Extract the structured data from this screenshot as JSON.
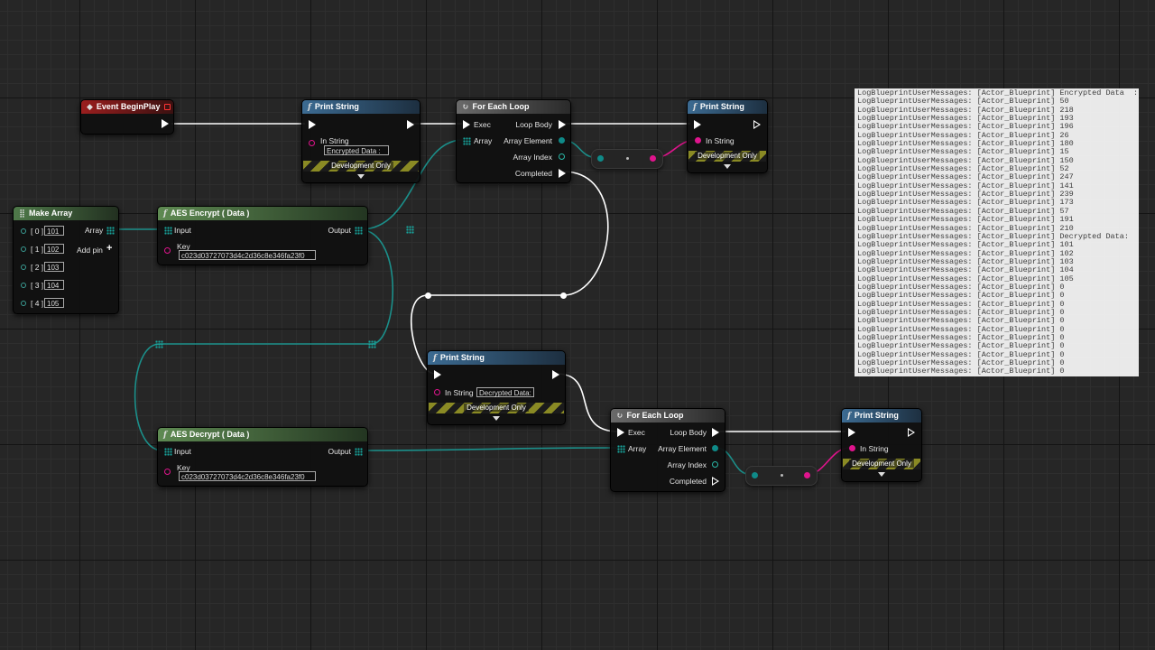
{
  "nodes": {
    "event_begin_play": {
      "title": "Event BeginPlay"
    },
    "print1": {
      "title": "Print String",
      "in_string_label": "In String",
      "in_string_value": "Encrypted Data  :",
      "dev_only": "Development Only"
    },
    "for_each1": {
      "title": "For Each Loop",
      "exec": "Exec",
      "array": "Array",
      "loop_body": "Loop Body",
      "array_element": "Array Element",
      "array_index": "Array Index",
      "completed": "Completed"
    },
    "print2": {
      "title": "Print String",
      "in_string_label": "In String",
      "dev_only": "Development Only"
    },
    "make_array": {
      "title": "Make Array",
      "array": "Array",
      "add_pin": "Add pin",
      "items": [
        {
          "index": "[ 0 ]",
          "value": "101"
        },
        {
          "index": "[ 1 ]",
          "value": "102"
        },
        {
          "index": "[ 2 ]",
          "value": "103"
        },
        {
          "index": "[ 3 ]",
          "value": "104"
        },
        {
          "index": "[ 4 ]",
          "value": "105"
        }
      ]
    },
    "aes_encrypt": {
      "title": "AES Encrypt ( Data )",
      "input": "Input",
      "output": "Output",
      "key_label": "Key",
      "key_value": "c023d03727073d4c2d36c8e346fa23f0"
    },
    "print3": {
      "title": "Print String",
      "in_string_label": "In String",
      "in_string_value": "Decrypted Data:",
      "dev_only": "Development Only"
    },
    "aes_decrypt": {
      "title": "AES Decrypt ( Data )",
      "input": "Input",
      "output": "Output",
      "key_label": "Key",
      "key_value": "c023d03727073d4c2d36c8e346fa23f0"
    },
    "for_each2": {
      "title": "For Each Loop",
      "exec": "Exec",
      "array": "Array",
      "loop_body": "Loop Body",
      "array_element": "Array Element",
      "array_index": "Array Index",
      "completed": "Completed"
    },
    "print4": {
      "title": "Print String",
      "in_string_label": "In String",
      "dev_only": "Development Only"
    }
  },
  "log": [
    "LogBlueprintUserMessages: [Actor_Blueprint] Encrypted Data  :",
    "LogBlueprintUserMessages: [Actor_Blueprint] 50",
    "LogBlueprintUserMessages: [Actor_Blueprint] 218",
    "LogBlueprintUserMessages: [Actor_Blueprint] 193",
    "LogBlueprintUserMessages: [Actor_Blueprint] 196",
    "LogBlueprintUserMessages: [Actor_Blueprint] 26",
    "LogBlueprintUserMessages: [Actor_Blueprint] 180",
    "LogBlueprintUserMessages: [Actor_Blueprint] 15",
    "LogBlueprintUserMessages: [Actor_Blueprint] 150",
    "LogBlueprintUserMessages: [Actor_Blueprint] 52",
    "LogBlueprintUserMessages: [Actor_Blueprint] 247",
    "LogBlueprintUserMessages: [Actor_Blueprint] 141",
    "LogBlueprintUserMessages: [Actor_Blueprint] 239",
    "LogBlueprintUserMessages: [Actor_Blueprint] 173",
    "LogBlueprintUserMessages: [Actor_Blueprint] 57",
    "LogBlueprintUserMessages: [Actor_Blueprint] 191",
    "LogBlueprintUserMessages: [Actor_Blueprint] 210",
    "LogBlueprintUserMessages: [Actor_Blueprint] Decrypted Data:",
    "LogBlueprintUserMessages: [Actor_Blueprint] 101",
    "LogBlueprintUserMessages: [Actor_Blueprint] 102",
    "LogBlueprintUserMessages: [Actor_Blueprint] 103",
    "LogBlueprintUserMessages: [Actor_Blueprint] 104",
    "LogBlueprintUserMessages: [Actor_Blueprint] 105",
    "LogBlueprintUserMessages: [Actor_Blueprint] 0",
    "LogBlueprintUserMessages: [Actor_Blueprint] 0",
    "LogBlueprintUserMessages: [Actor_Blueprint] 0",
    "LogBlueprintUserMessages: [Actor_Blueprint] 0",
    "LogBlueprintUserMessages: [Actor_Blueprint] 0",
    "LogBlueprintUserMessages: [Actor_Blueprint] 0",
    "LogBlueprintUserMessages: [Actor_Blueprint] 0",
    "LogBlueprintUserMessages: [Actor_Blueprint] 0",
    "LogBlueprintUserMessages: [Actor_Blueprint] 0",
    "LogBlueprintUserMessages: [Actor_Blueprint] 0",
    "LogBlueprintUserMessages: [Actor_Blueprint] 0"
  ],
  "colors": {
    "event": "#9a1e1e",
    "function": "#3c6b92",
    "aes": "#5e8a52",
    "wire_exec": "#ffffff",
    "wire_array": "#1b8f8a",
    "wire_string": "#e0148d"
  },
  "icons": {
    "event": "event-diamond-icon",
    "function": "function-f-icon",
    "loop": "loop-icon",
    "array": "array-grid-icon",
    "exec": "exec-arrow-icon"
  }
}
